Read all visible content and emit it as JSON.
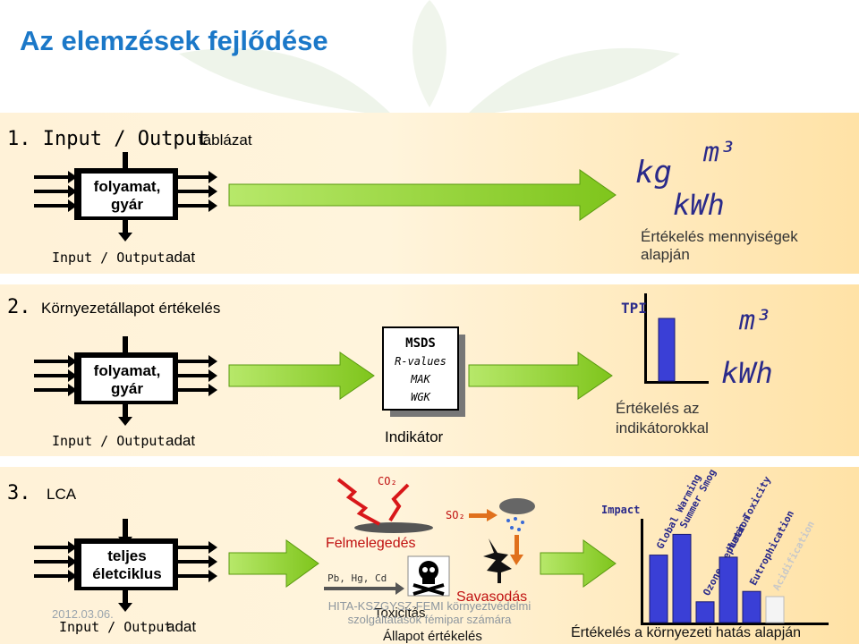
{
  "title": "Az elemzések fejlődése",
  "colors": {
    "title": "#1b78c8",
    "arrow_green": "#8fd11a",
    "box": "#000000",
    "panel": "#ffeec6",
    "bar_blue": "#3a3fd6"
  },
  "section1": {
    "heading": "1. Input / Output",
    "table_label": "táblázat",
    "box_line1": "folyamat,",
    "box_line2": "gyár",
    "io_label": "Input / Output",
    "io_suffix": "adat",
    "unit_kg": "kg",
    "unit_m3": "m³",
    "unit_kwh": "kWh",
    "eval_line1": "Értékelés mennyiségek",
    "eval_line2": "alapján"
  },
  "section2": {
    "num": "2.",
    "heading": "Környezetállapot értékelés",
    "box_line1": "folyamat,",
    "box_line2": "gyár",
    "io_label": "Input / Output",
    "io_suffix": "adat",
    "indicator_items": [
      "MSDS",
      "R-values",
      "MAK",
      "WGK"
    ],
    "indicator_label": "Indikátor",
    "tpi_label": "TPI",
    "unit_m3": "m³",
    "unit_kwh": "kWh",
    "eval_line1": "Értékelés az",
    "eval_line2": "indikátorokkal"
  },
  "section3": {
    "num": "3.",
    "heading": "LCA",
    "box_line1": "teljes",
    "box_line2": "életciklus",
    "io_label": "Input / Output",
    "io_suffix": "adat",
    "co2": "CO₂",
    "so2": "SO₂",
    "metals": "Pb, Hg, Cd",
    "warming": "Felmelegedés",
    "acid": "Savasodás",
    "toxic": "Toxicitás",
    "state_eval": "Állapot értékelés",
    "impact_label": "Impact",
    "eval_final": "Értékelés a környezeti hatás alapján"
  },
  "chart_data": {
    "type": "bar",
    "title": "",
    "xlabel": "",
    "ylabel": "Impact",
    "categories": [
      "Global Warming",
      "Summer Smog",
      "Ozone Depletion",
      "Human Toxicity",
      "Eutrophication",
      "Acidification"
    ],
    "values": [
      0.65,
      0.85,
      0.2,
      0.63,
      0.3,
      0.25
    ]
  },
  "footer": {
    "date": "2012.03.06.",
    "caption_line1": "HITA-KSZGYSZ-FEMI környeztvédelmi",
    "caption_line2": "szolgáltatások fémipar számára"
  }
}
